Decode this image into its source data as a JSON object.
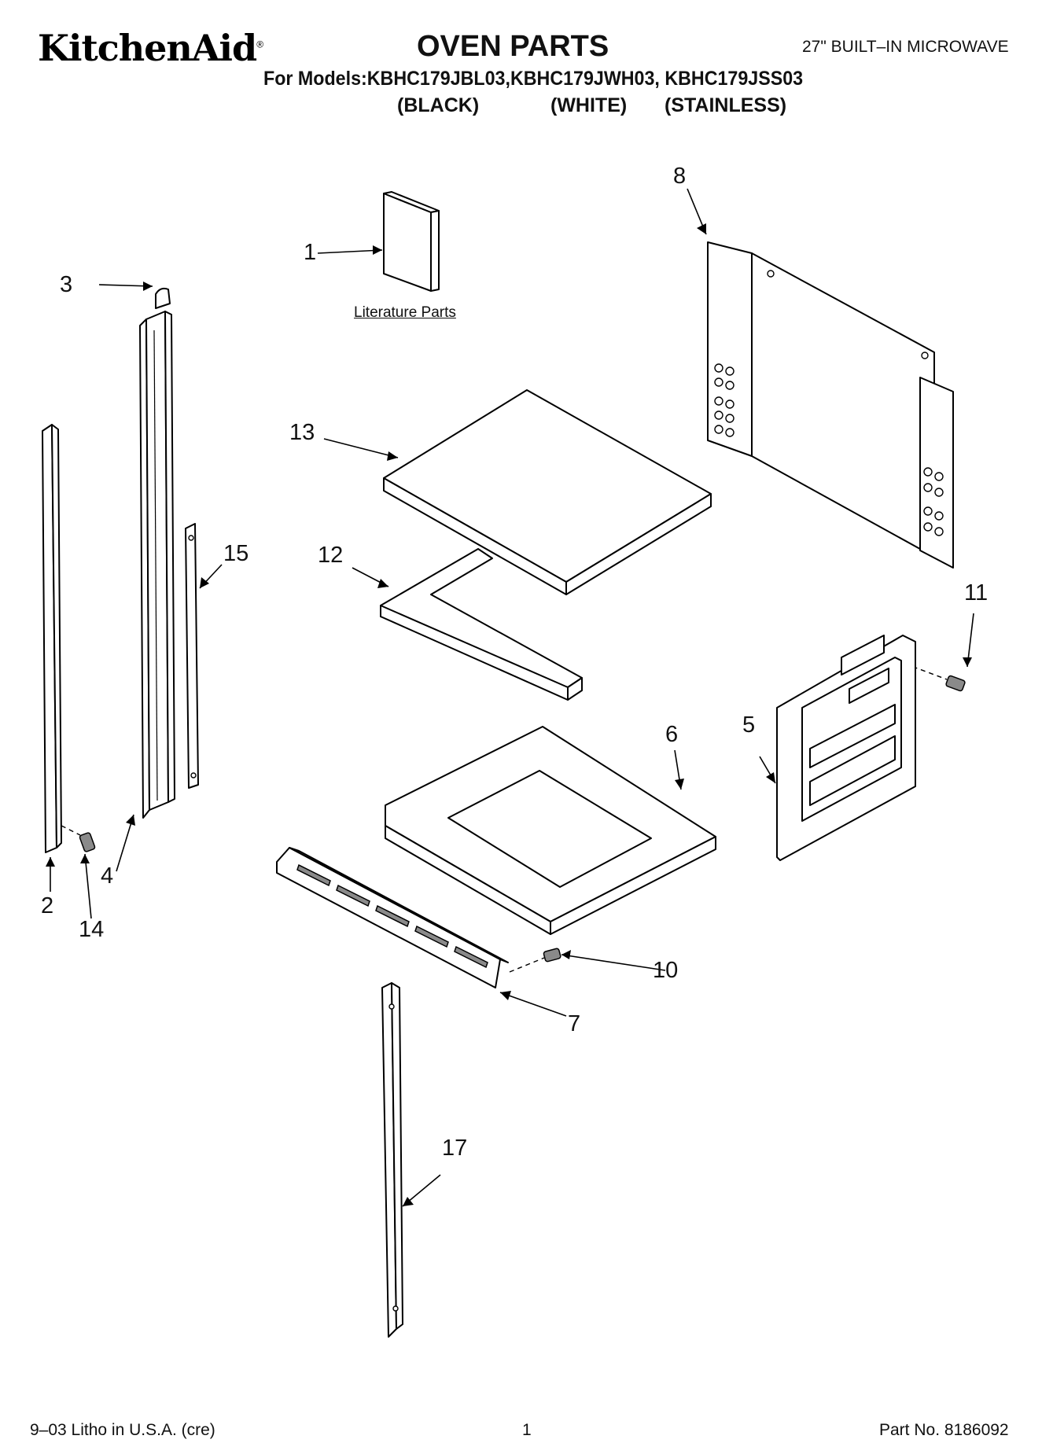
{
  "header": {
    "brand": "KitchenAid",
    "brand_mark": "®",
    "title": "OVEN PARTS",
    "product": "27\" BUILT–IN MICROWAVE",
    "models_line": "For Models:KBHC179JBL03,KBHC179JWH03, KBHC179JSS03",
    "variants": [
      "(BLACK)",
      "(WHITE)",
      "(STAINLESS)"
    ]
  },
  "diagram": {
    "literature_label": "Literature Parts",
    "callouts": [
      "1",
      "2",
      "3",
      "4",
      "5",
      "6",
      "7",
      "8",
      "10",
      "11",
      "12",
      "13",
      "14",
      "15",
      "17"
    ]
  },
  "footer": {
    "litho": "9–03 Litho in U.S.A. (cre)",
    "page": "1",
    "part_no": "Part No. 8186092"
  }
}
